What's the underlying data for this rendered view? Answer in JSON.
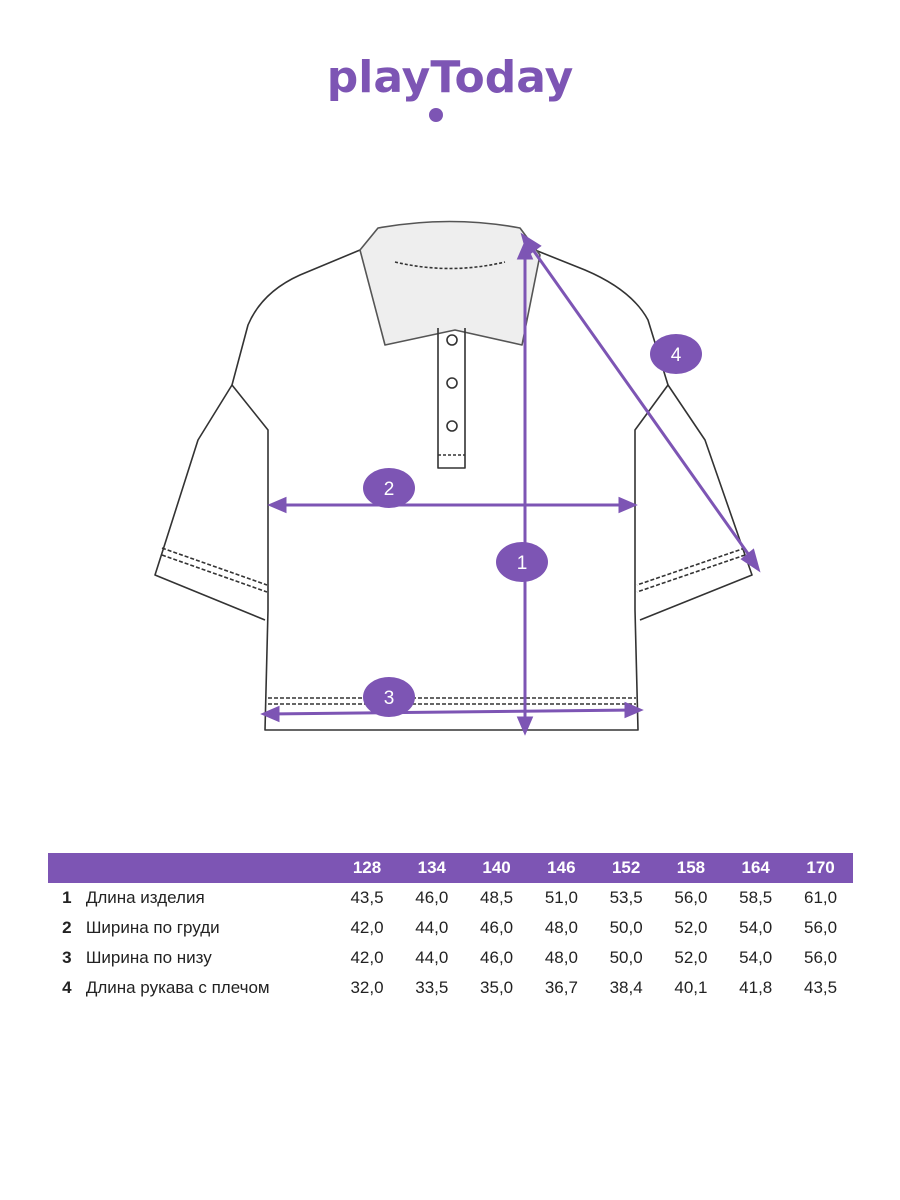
{
  "brand": {
    "text": "playToday",
    "color": "#7d55b4"
  },
  "diagram": {
    "markers": [
      "1",
      "2",
      "3",
      "4"
    ]
  },
  "table": {
    "header_color": "#7d55b4",
    "sizes": [
      "128",
      "134",
      "140",
      "146",
      "152",
      "158",
      "164",
      "170"
    ],
    "rows": [
      {
        "num": "1",
        "label": "Длина изделия",
        "values": [
          "43,5",
          "46,0",
          "48,5",
          "51,0",
          "53,5",
          "56,0",
          "58,5",
          "61,0"
        ]
      },
      {
        "num": "2",
        "label": "Ширина по груди",
        "values": [
          "42,0",
          "44,0",
          "46,0",
          "48,0",
          "50,0",
          "52,0",
          "54,0",
          "56,0"
        ]
      },
      {
        "num": "3",
        "label": "Ширина по низу",
        "values": [
          "42,0",
          "44,0",
          "46,0",
          "48,0",
          "50,0",
          "52,0",
          "54,0",
          "56,0"
        ]
      },
      {
        "num": "4",
        "label": "Длина рукава с плечом",
        "values": [
          "32,0",
          "33,5",
          "35,0",
          "36,7",
          "38,4",
          "40,1",
          "41,8",
          "43,5"
        ]
      }
    ]
  }
}
